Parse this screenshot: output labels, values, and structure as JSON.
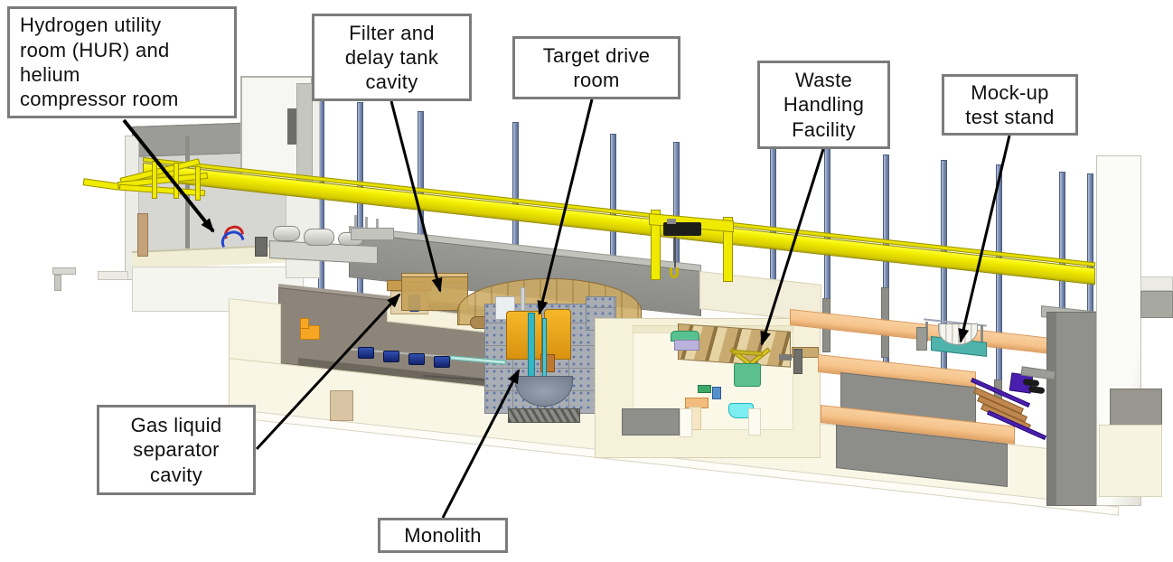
{
  "callouts": [
    {
      "id": "hur",
      "text": "Hydrogen utility\nroom (HUR) and\nhelium\ncompressor room"
    },
    {
      "id": "filter-delay-tank-cavity",
      "text": "Filter and\ndelay tank\ncavity"
    },
    {
      "id": "target-drive-room",
      "text": "Target drive\nroom"
    },
    {
      "id": "waste-handling-facility",
      "text": "Waste\nHandling\nFacility"
    },
    {
      "id": "mockup-test-stand",
      "text": "Mock-up\ntest stand"
    },
    {
      "id": "gas-liquid-separator-cavity",
      "text": "Gas liquid\nseparator\ncavity"
    },
    {
      "id": "monolith",
      "text": "Monolith"
    }
  ],
  "colors": {
    "crane_yellow": "#F0EA00",
    "column_steel_blue": "#8193B8",
    "shield_wall_gray": "#8F8F8B",
    "gallery_taupe": "#8D857A",
    "floor_cream": "#F8F5E2",
    "mezzanine_orange": "#F6C48C",
    "cavity_tan": "#C9A558",
    "monolith_vessel_yellow": "#F0B020",
    "target_shaft_teal": "#35B6C2",
    "mockup_cart_purple": "#4A1FB0",
    "magnet_blue": "#2040A0",
    "callout_border_gray": "#7C7C7C",
    "arrow_black": "#000000"
  }
}
